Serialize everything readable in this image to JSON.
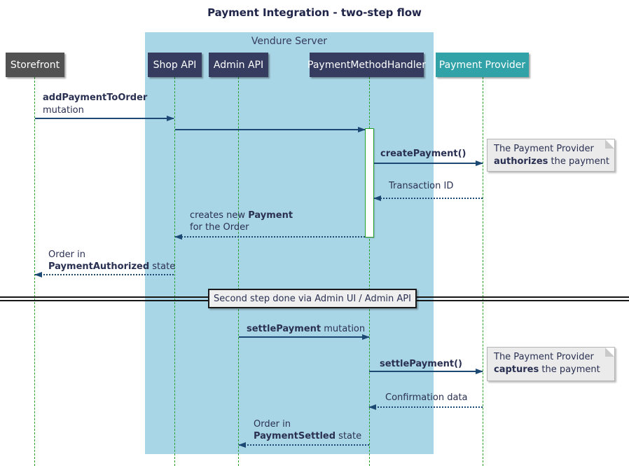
{
  "title": "Payment Integration - two-step flow",
  "container": {
    "label": "Vendure Server"
  },
  "participants": {
    "storefront": {
      "label": "Storefront"
    },
    "shop_api": {
      "label": "Shop API"
    },
    "admin_api": {
      "label": "Admin API"
    },
    "payment_method_handler": {
      "label": "PaymentMethodHandler"
    },
    "payment_provider": {
      "label": "Payment Provider"
    }
  },
  "messages": {
    "add_payment": {
      "bold": "addPaymentToOrder",
      "rest": "mutation"
    },
    "create_payment": {
      "bold": "createPayment()"
    },
    "transaction_id": {
      "text": "Transaction ID"
    },
    "creates_payment": {
      "pre": "creates new ",
      "bold": "Payment",
      "line2": "for the Order"
    },
    "order_authorized": {
      "line1": "Order in",
      "bold": "PaymentAuthorized",
      "rest": " state"
    },
    "settle_payment_mutation": {
      "bold": "settlePayment",
      "rest": " mutation"
    },
    "settle_payment_call": {
      "bold": "settlePayment()"
    },
    "confirmation_data": {
      "text": "Confirmation data"
    },
    "order_settled": {
      "line1": "Order in",
      "bold": "PaymentSettled",
      "rest": " state"
    }
  },
  "notes": {
    "authorize": {
      "line1": "The Payment Provider",
      "bold": "authorizes",
      "rest": " the payment"
    },
    "capture": {
      "line1": "The Payment Provider",
      "bold": "captures",
      "rest": " the payment"
    }
  },
  "divider": {
    "label": "Second step done via Admin UI / Admin API"
  },
  "colors": {
    "container": "#A9D6E7",
    "participant": "#353C60",
    "storefront": "#525252",
    "provider": "#31A2A8",
    "lifeline": "#26A026",
    "arrow": "#1C4973",
    "text": "#2A3052",
    "note": "#EBEBEB",
    "note_border": "#B4B4B4"
  }
}
